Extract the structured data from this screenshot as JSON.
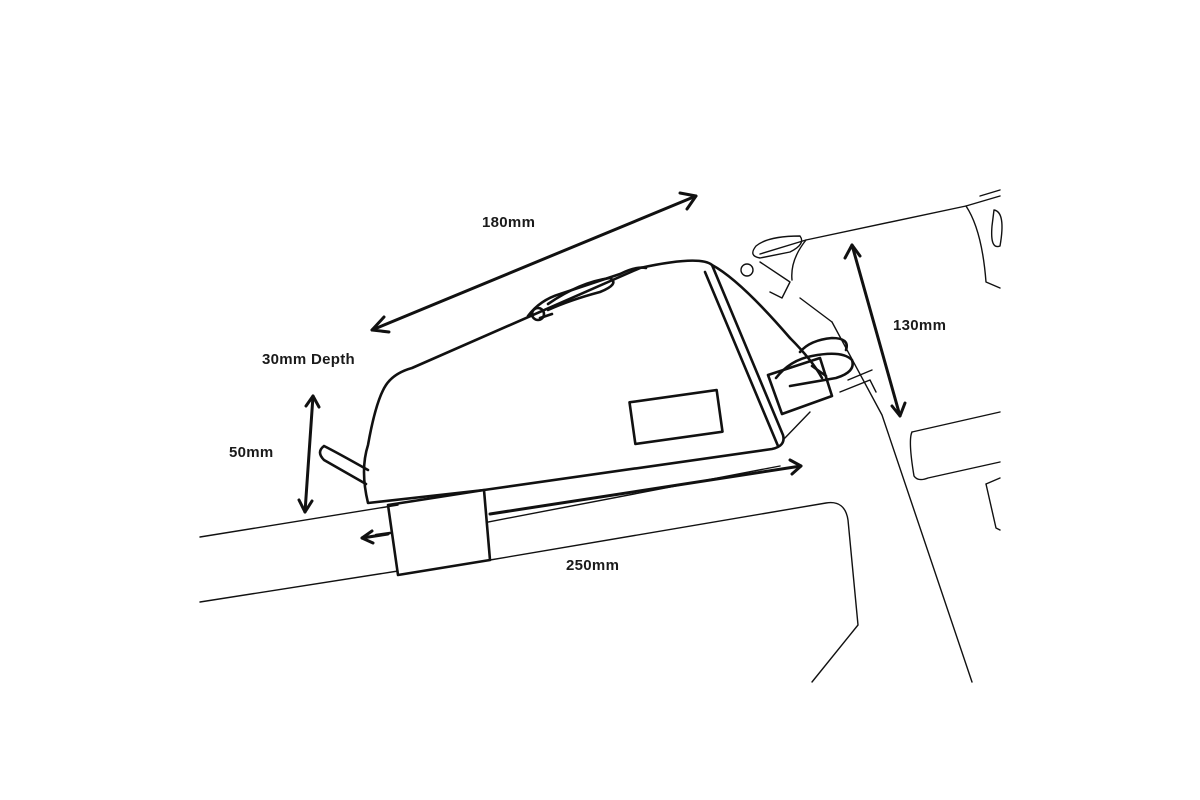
{
  "dimensions": {
    "length": "180mm",
    "height": "130mm",
    "depth": "30mm Depth",
    "rear_height": "50mm",
    "bottom_length": "250mm"
  },
  "colors": {
    "line": "#111111",
    "background": "#ffffff",
    "text": "#1a1a1a"
  }
}
